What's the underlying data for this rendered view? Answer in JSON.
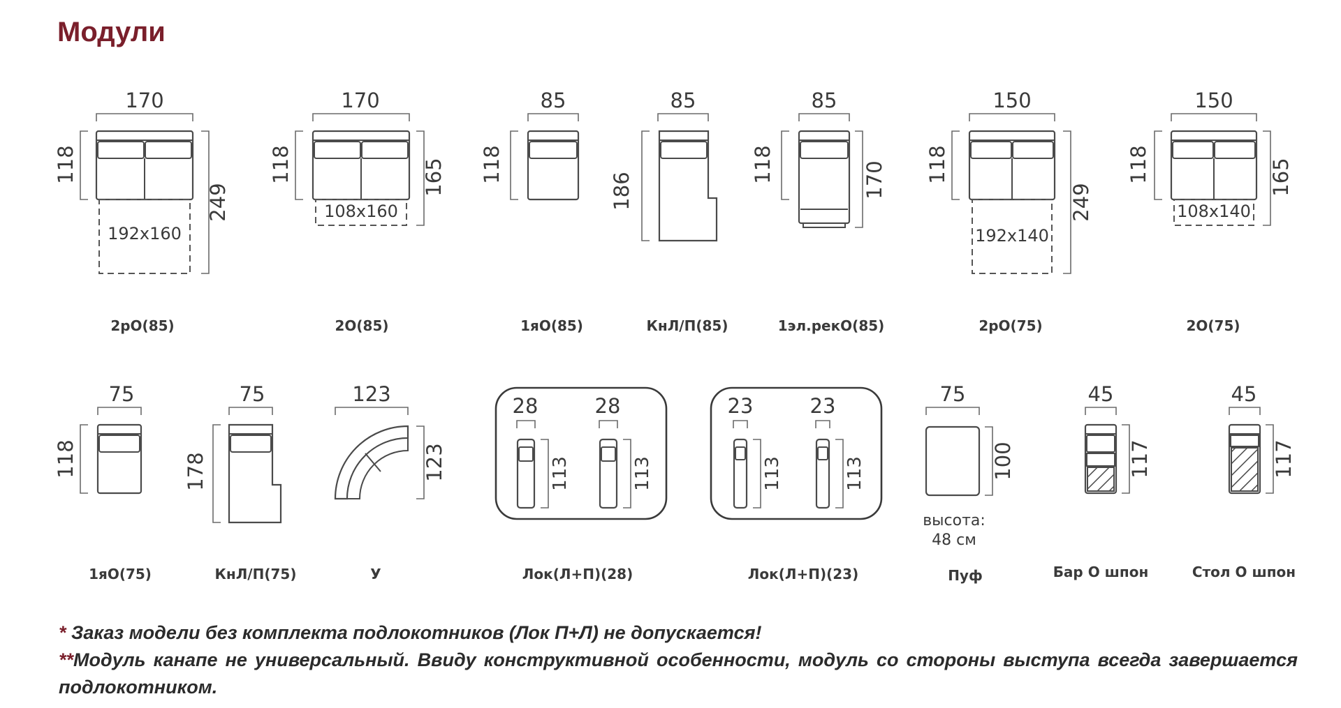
{
  "title": "Модули",
  "modules_row1": [
    {
      "label": "2рО(85)",
      "width": "170",
      "height": "118",
      "depth": "249",
      "inner": "192x160"
    },
    {
      "label": "2О(85)",
      "width": "170",
      "height": "118",
      "depth": "165",
      "inner": "108x160"
    },
    {
      "label": "1яО(85)",
      "width": "85",
      "height": "118"
    },
    {
      "label": "КнЛ/П(85)",
      "width": "85",
      "height": "186"
    },
    {
      "label": "1эл.рекО(85)",
      "width": "85",
      "height": "118",
      "depth": "170"
    },
    {
      "label": "2рО(75)",
      "width": "150",
      "height": "118",
      "depth": "249",
      "inner": "192x140"
    },
    {
      "label": "2О(75)",
      "width": "150",
      "height": "118",
      "depth": "165",
      "inner": "108x140"
    }
  ],
  "modules_row2": [
    {
      "label": "1яО(75)",
      "width": "75",
      "height": "118"
    },
    {
      "label": "КнЛ/П(75)",
      "width": "75",
      "height": "178"
    },
    {
      "label": "У",
      "width": "123",
      "height": "123"
    },
    {
      "label": "Лок(Л+П)(28)",
      "width_a": "28",
      "width_b": "28",
      "height_a": "113",
      "height_b": "113"
    },
    {
      "label": "Лок(Л+П)(23)",
      "width_a": "23",
      "width_b": "23",
      "height_a": "113",
      "height_b": "113"
    },
    {
      "label": "Пуф",
      "width": "75",
      "height": "100",
      "note_line1": "высота:",
      "note_line2": "48 см"
    },
    {
      "label": "Бар О шпон",
      "width": "45",
      "height": "117"
    },
    {
      "label": "Стол О шпон",
      "width": "45",
      "height": "117"
    }
  ],
  "footer": {
    "line1_star": "*",
    "line1_text": " Заказ модели без комплекта подлокотников (Лок П+Л) не допускается!",
    "line2_star": "**",
    "line2_text": "Модуль канапе не универсальный. Ввиду конструктивной особенности, модуль со стороны выступа всегда завершается подлокотником."
  },
  "colors": {
    "title": "#7a1f2b",
    "lines": "#4a4a4a"
  }
}
